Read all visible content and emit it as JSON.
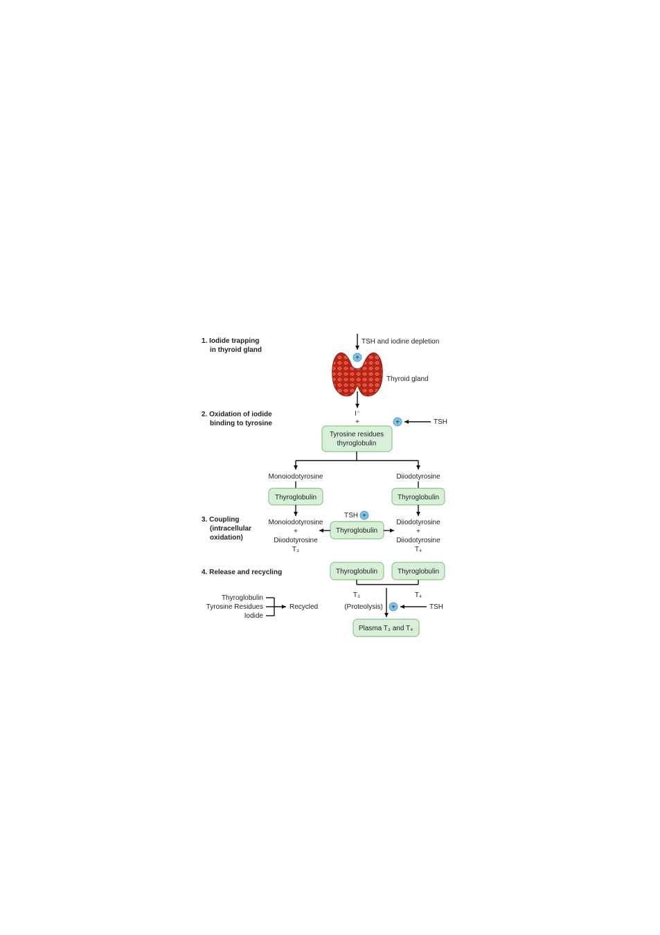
{
  "steps": {
    "s1_line1": "1. Iodide trapping",
    "s1_line2": "in thyroid gland",
    "s2_line1": "2. Oxidation of iodide",
    "s2_line2": "binding to tyrosine",
    "s3_line1": "3. Coupling",
    "s3_line2": "(intracellular",
    "s3_line3": "oxidation)",
    "s4_line1": "4. Release and recycling"
  },
  "labels": {
    "tsh_iodine": "TSH and iodine depletion",
    "thyroid_gland": "Thyroid gland",
    "iodide_ion": "I⁻",
    "plus": "+",
    "tsh": "TSH",
    "tyrosine_box_line1": "Tyrosine residues",
    "tyrosine_box_line2": "thyroglobulin",
    "monoiodotyrosine": "Monoiodotyrosine",
    "diiodotyrosine": "Diiodotyrosine",
    "thyroglobulin": "Thyroglobulin",
    "t3": "T₃",
    "t4": "T₄",
    "proteolysis": "(Proteolysis)",
    "plasma": "Plasma T₃ and T₄",
    "recycle_thyroglobulin": "Thyroglobulin",
    "recycle_tyrosine": "Tyrosine Residues",
    "recycle_iodide": "Iodide",
    "recycled": "Recycled"
  },
  "colors": {
    "box_fill": "#d8efd8",
    "box_stroke": "#8cc48c",
    "plus_circle": "#7fc3e8",
    "gland": "#d23a2a"
  }
}
